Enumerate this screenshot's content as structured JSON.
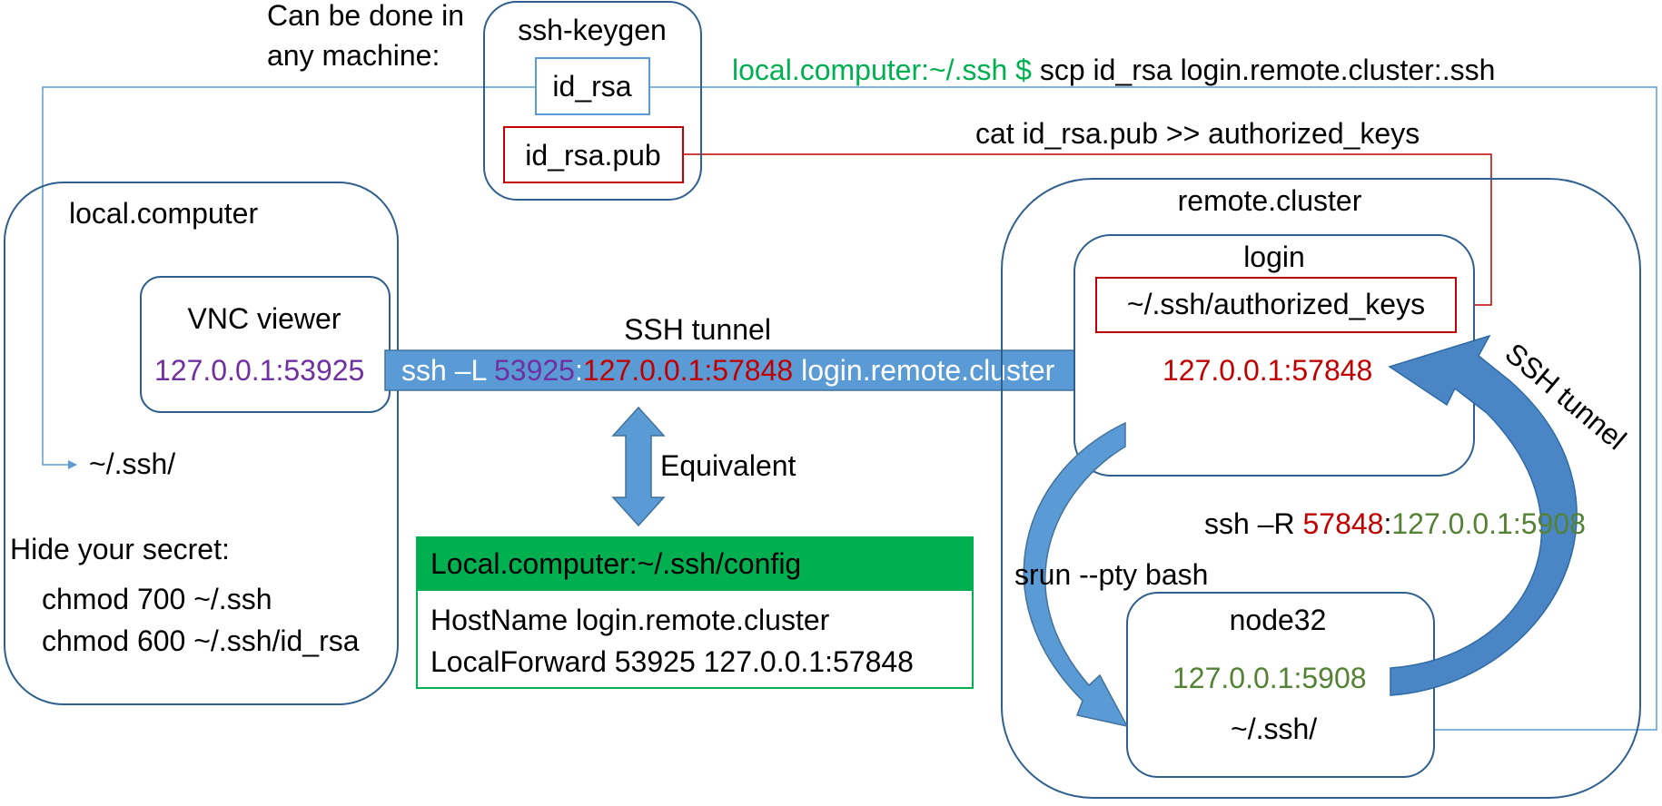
{
  "note": {
    "line1": "Can be done in",
    "line2": "any machine:"
  },
  "keygen": {
    "title": "ssh-keygen",
    "private_key": "id_rsa",
    "public_key": "id_rsa.pub"
  },
  "scp_command": {
    "prompt": "local.computer:~/.ssh $",
    "command": " scp id_rsa login.remote.cluster:.ssh"
  },
  "cat_command": "cat id_rsa.pub >> authorized_keys",
  "local": {
    "title": "local.computer",
    "vnc_title": "VNC viewer",
    "vnc_address": "127.0.0.1:53925",
    "ssh_dir": "~/.ssh/",
    "secret_title": "Hide your secret:",
    "chmod1": "chmod 700 ~/.ssh",
    "chmod2": "chmod 600 ~/.ssh/id_rsa"
  },
  "tunnel": {
    "label": "SSH tunnel",
    "cmd_prefix": "ssh –L ",
    "cmd_port": "53925",
    "cmd_colon": ":",
    "cmd_target": "127.0.0.1:57848",
    "cmd_host": " login.remote.cluster",
    "equivalent": "Equivalent"
  },
  "config": {
    "title": "Local.computer:~/.ssh/config",
    "line1": "HostName login.remote.cluster",
    "line2": "LocalForward 53925 127.0.0.1:57848"
  },
  "remote": {
    "title": "remote.cluster",
    "login_title": "login",
    "authorized_keys": "~/.ssh/authorized_keys",
    "login_address": "127.0.0.1:57848",
    "reverse_prefix": "ssh –R ",
    "reverse_port": "57848",
    "reverse_colon": ":",
    "reverse_target": "127.0.0.1:5908",
    "srun": "srun --pty bash",
    "node_title": "node32",
    "node_address": "127.0.0.1:5908",
    "node_ssh_dir": "~/.ssh/",
    "tunnel_label": "SSH tunnel"
  },
  "colors": {
    "box_stroke": "#2e5f8f",
    "arrow_fill": "#5b9bd5",
    "dark_arrow": "#3a6fa8",
    "blue_line": "#5b9bd5",
    "red": "#c00000",
    "green": "#00b050",
    "purple": "#7030a0",
    "olive": "#548235"
  }
}
